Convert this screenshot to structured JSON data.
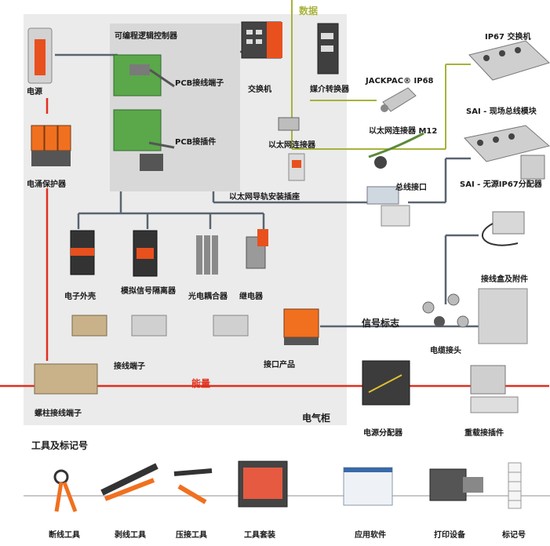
{
  "labels": {
    "plc": "可编程逻辑控制器",
    "pcb_terminal": "PCB接线端子",
    "pcb_plug": "PCB接插件",
    "power": "电源",
    "surge": "电涌保护器",
    "switch": "交换机",
    "media_converter": "媒介转换器",
    "data": "数据",
    "ip67_switch": "IP67 交换机",
    "jackpac": "JACKPAC® IP68",
    "sai_field": "SAI - 现场总线模块",
    "eth_connector_m12": "以太网连接器 M12",
    "eth_connector": "以太网连接器",
    "bus_interface": "总线接口",
    "sai_passive": "SAI - 无源IP67分配器",
    "eth_rail_socket": "以太网导轨安装插座",
    "electronic_housing": "电子外壳",
    "analog_isolator": "模拟信号隔离器",
    "optocoupler": "光电耦合器",
    "relay": "继电器",
    "junction_box_acc": "接线盒及附件",
    "terminal_blocks": "接线端子",
    "interface_products": "接口产品",
    "signal_marking": "信号标志",
    "cable_gland": "电缆接头",
    "energy": "能量",
    "busbar_terminal": "螺柱接线端子",
    "cabinet": "电气柜",
    "power_distributor": "电源分配器",
    "heavy_connector": "重载接插件",
    "tools_title": "工具及标记号",
    "cutting_tool": "断线工具",
    "stripping_tool": "剥线工具",
    "crimping_tool": "压接工具",
    "tool_kit": "工具套装",
    "software": "应用软件",
    "printer": "打印设备",
    "markers": "标记号"
  },
  "colors": {
    "cabinet_bg": "#e9e9e9",
    "data_line": "#a8b23a",
    "energy_line": "#e0301e",
    "signal_line": "#5a6470",
    "tools_line": "#c8c8c8"
  }
}
